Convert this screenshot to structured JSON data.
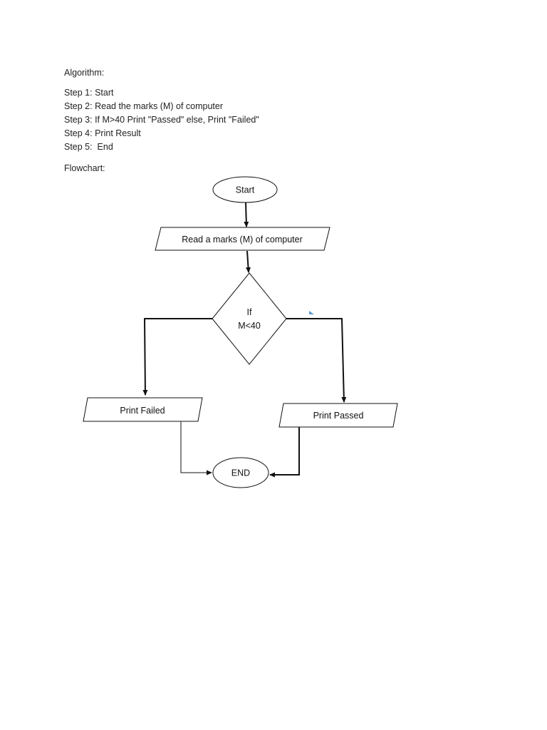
{
  "algorithm": {
    "heading": "Algorithm:",
    "steps": [
      "Step 1: Start",
      "Step 2: Read the marks (M) of computer",
      "Step 3: If M>40 Print \"Passed\" else, Print \"Failed\"",
      "Step 4: Print Result",
      "Step 5:  End"
    ]
  },
  "flowchart": {
    "heading": "Flowchart:",
    "nodes": {
      "start": "Start",
      "read": "Read a marks (M) of computer",
      "decision_line1": "If",
      "decision_line2": "M<40",
      "print_failed": "Print Failed",
      "print_passed": "Print Passed",
      "end": "END"
    },
    "colors": {
      "stroke": "#111111",
      "fill": "#ffffff",
      "marker": "#5b9bd5"
    }
  }
}
